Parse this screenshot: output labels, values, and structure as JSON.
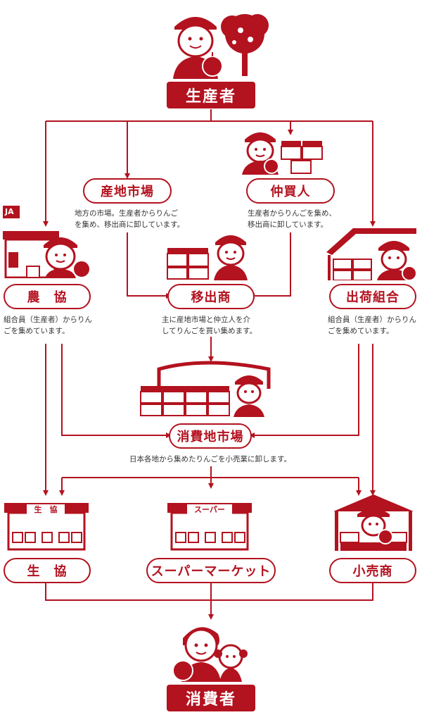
{
  "producer": {
    "label": "生産者"
  },
  "consumer": {
    "label": "消費者"
  },
  "nodes": {
    "sanchi": {
      "label": "産地市場",
      "note": [
        "地方の市場。生産者からりんご",
        "を集め、移出商に卸しています。"
      ]
    },
    "nakagai": {
      "label": "仲買人",
      "note": [
        "生産者からりんごを集め、",
        "移出商に卸しています。"
      ]
    },
    "nokyo": {
      "label": "農　協",
      "note": [
        "組合員（生産者）からりん",
        "ごを集めています。"
      ],
      "sign": "JA"
    },
    "ishutsu": {
      "label": "移出商",
      "note": [
        "主に産地市場と仲立人を介",
        "してりんごを買い集めます。"
      ]
    },
    "shukka": {
      "label": "出荷組合",
      "note": [
        "組合員（生産者）からりん",
        "ごを集めています。"
      ]
    },
    "shohichi": {
      "label": "消費地市場",
      "note": [
        "日本各地から集めたりんごを小売業に卸します。"
      ]
    },
    "seikyo": {
      "label": "生　協",
      "sign": "生　協"
    },
    "super": {
      "label": "スーパーマーケット",
      "sign": "スーパー"
    },
    "kouri": {
      "label": "小売商"
    }
  },
  "colors": {
    "accent": "#b3121f",
    "background": "#ffffff"
  }
}
